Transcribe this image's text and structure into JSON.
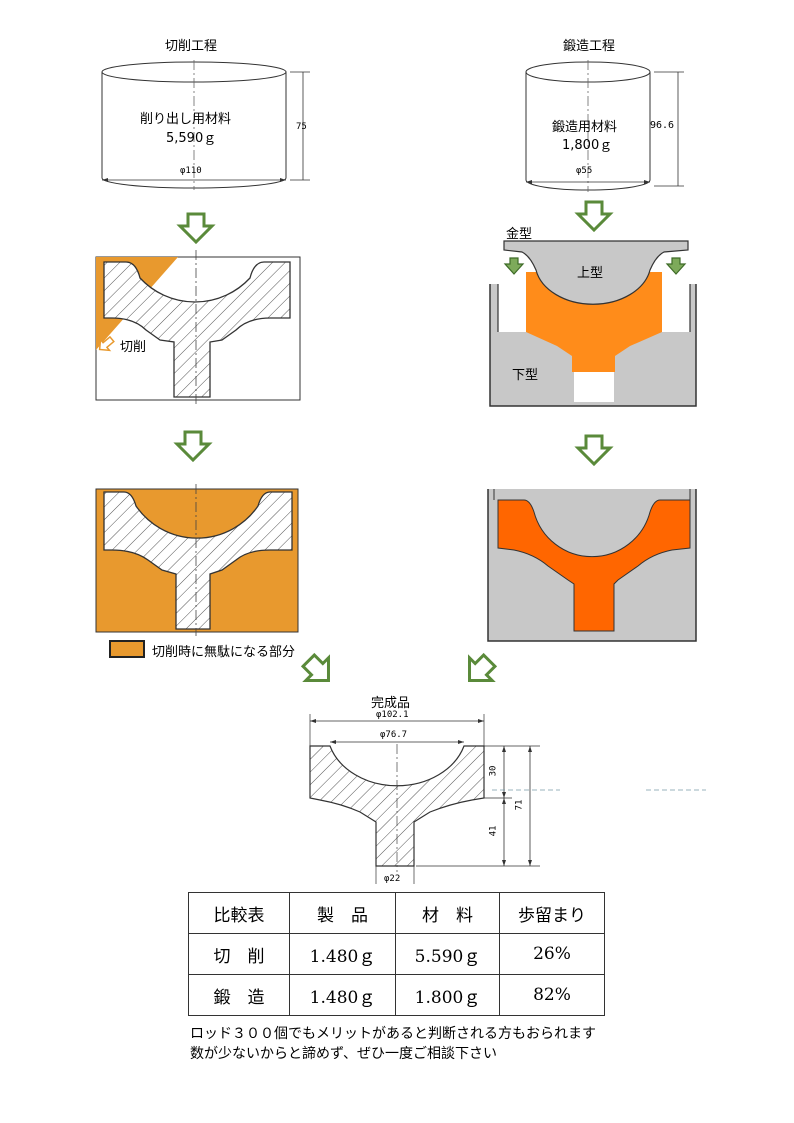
{
  "cutting": {
    "title": "切削工程",
    "material_name": "削り出し用材料",
    "material_weight": "5,590ｇ",
    "diameter_label": "φ110",
    "height_label": "75",
    "cut_label": "切削",
    "waste_legend": "切削時に無駄になる部分"
  },
  "forging": {
    "title": "鍛造工程",
    "material_name": "鍛造用材料",
    "material_weight": "1,800ｇ",
    "diameter_label": "φ55",
    "height_label": "96.6",
    "die_label": "金型",
    "upper_die_label": "上型",
    "lower_die_label": "下型"
  },
  "product": {
    "title": "完成品",
    "dim_outer": "φ102.1",
    "dim_inner": "φ76.7",
    "dim_stem": "φ22",
    "dim_30": "30",
    "dim_41": "41",
    "dim_71": "71"
  },
  "table": {
    "headers": [
      "比較表",
      "製　品",
      "材　料",
      "歩留まり"
    ],
    "rows": [
      [
        "切　削",
        "1.480ｇ",
        "5.590ｇ",
        "26%"
      ],
      [
        "鍛　造",
        "1.480ｇ",
        "1.800ｇ",
        "82%"
      ]
    ]
  },
  "notes": [
    "ロッド３００個でもメリットがあると判断される方もおられます",
    "数が少ないからと諦めず、ぜひ一度ご相談下さい"
  ],
  "colors": {
    "waste": "#E8992E",
    "forged": "#FF6600",
    "forged_light": "#FF8C1A",
    "die": "#C8C8C8",
    "arrow": "#5A8A3A"
  }
}
